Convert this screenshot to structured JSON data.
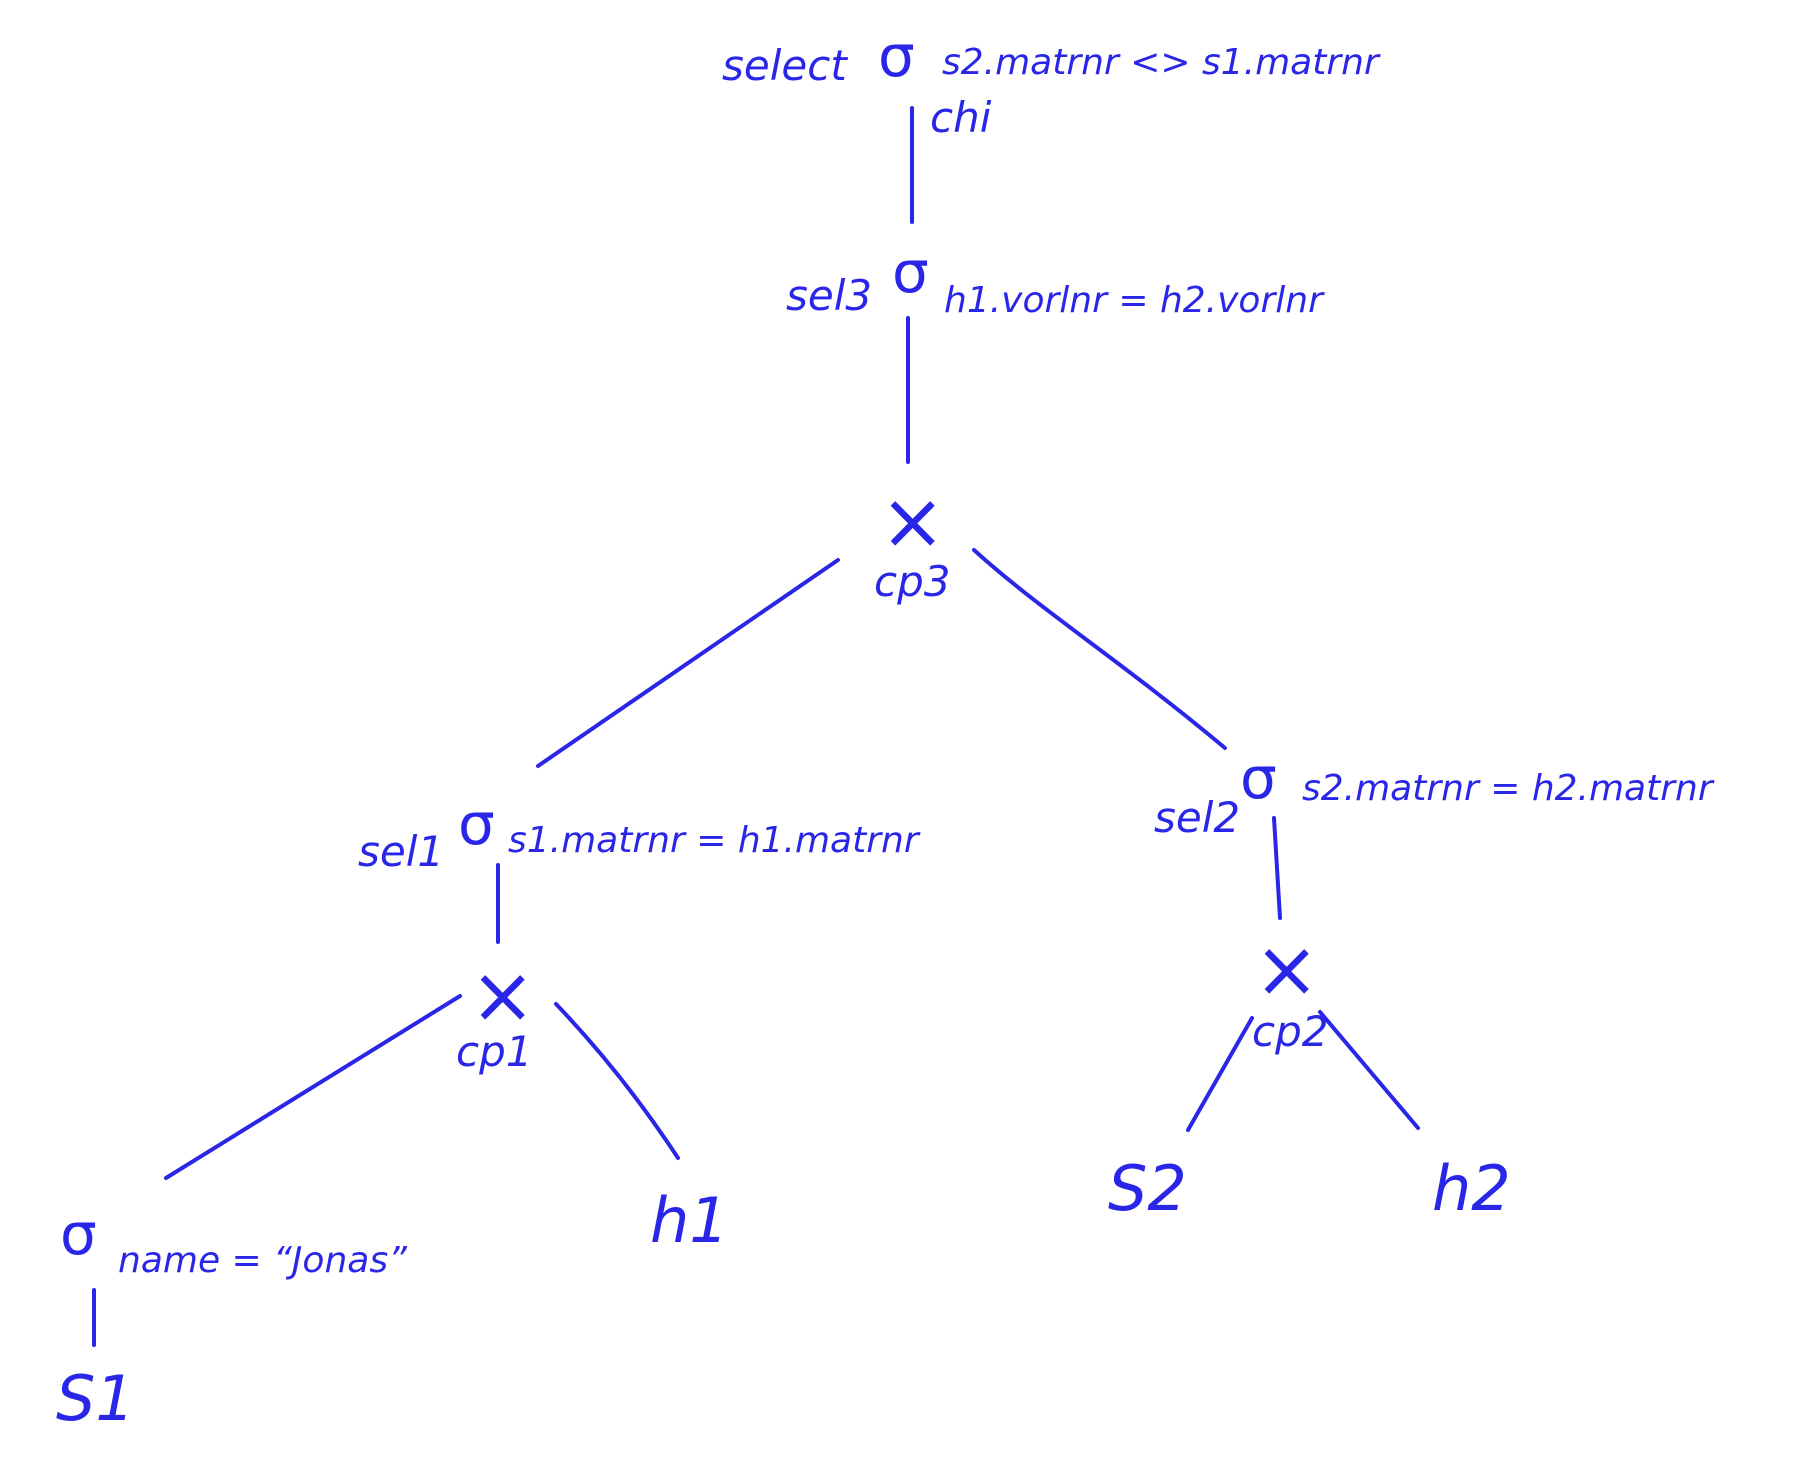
{
  "nodes": {
    "select": {
      "label": "select",
      "sigma": "σ",
      "condition": "s2.matrnr <> s1.matrnr",
      "sub": "chi"
    },
    "sel3": {
      "label": "sel3",
      "sigma": "σ",
      "condition": "h1.vorlnr = h2.vorlnr"
    },
    "cp3": {
      "symbol": "×",
      "label": "cp3"
    },
    "sel1": {
      "label": "sel1",
      "sigma": "σ",
      "condition": "s1.matrnr = h1.matrnr"
    },
    "sel2": {
      "label": "sel2",
      "sigma": "σ",
      "condition": "s2.matrnr = h2.matrnr"
    },
    "cp1": {
      "symbol": "×",
      "label": "cp1"
    },
    "cp2": {
      "symbol": "×",
      "label": "cp2"
    },
    "sel_name": {
      "sigma": "σ",
      "condition": "name = “Jonas”"
    },
    "leaves": {
      "s1": "S1",
      "h1": "h1",
      "s2": "S2",
      "h2": "h2"
    }
  },
  "colors": {
    "ink": "#2a26e8",
    "background": "#ffffff"
  }
}
